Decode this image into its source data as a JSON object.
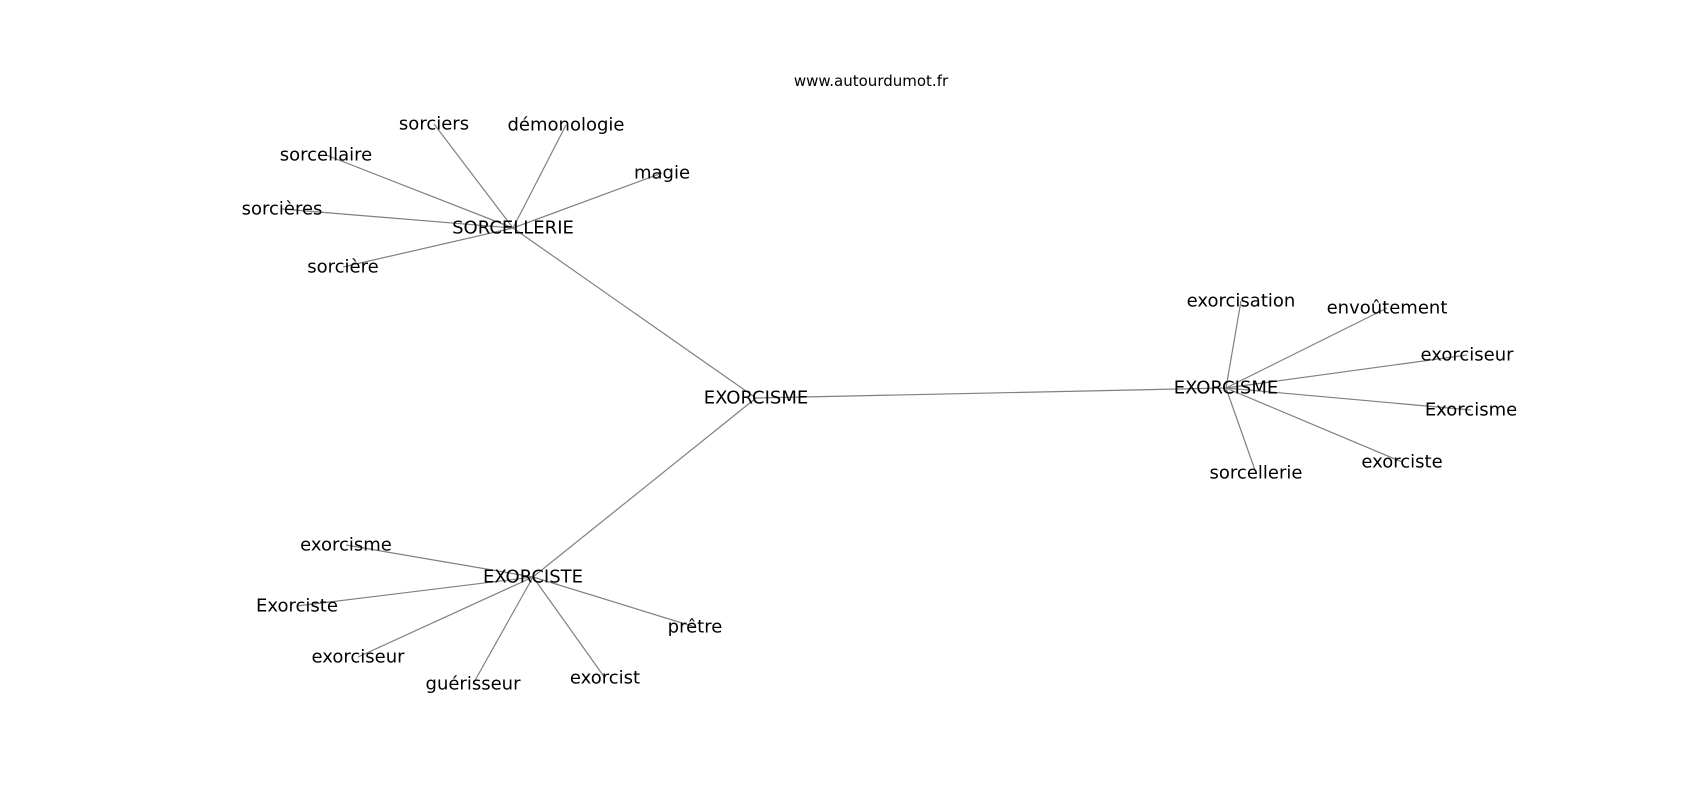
{
  "title": "www.autourdumot.fr",
  "graph": {
    "nodes": [
      {
        "id": "center",
        "label": "EXORCISME"
      },
      {
        "id": "sorcellerie_hub",
        "label": "SORCELLERIE"
      },
      {
        "id": "exorcisme_hub",
        "label": "EXORCISME"
      },
      {
        "id": "exorciste_hub",
        "label": "EXORCISTE"
      },
      {
        "id": "s1",
        "label": "sorciers"
      },
      {
        "id": "s2",
        "label": "démonologie"
      },
      {
        "id": "s3",
        "label": "magie"
      },
      {
        "id": "s4",
        "label": "sorcellaire"
      },
      {
        "id": "s5",
        "label": "sorcières"
      },
      {
        "id": "s6",
        "label": "sorcière"
      },
      {
        "id": "e1",
        "label": "exorcisation"
      },
      {
        "id": "e2",
        "label": "envoûtement"
      },
      {
        "id": "e3",
        "label": "exorciseur"
      },
      {
        "id": "e4",
        "label": "Exorcisme"
      },
      {
        "id": "e5",
        "label": "exorciste"
      },
      {
        "id": "e6",
        "label": "sorcellerie"
      },
      {
        "id": "t1",
        "label": "exorcisme"
      },
      {
        "id": "t2",
        "label": "Exorciste"
      },
      {
        "id": "t3",
        "label": "exorciseur"
      },
      {
        "id": "t4",
        "label": "guérisseur"
      },
      {
        "id": "t5",
        "label": "exorcist"
      },
      {
        "id": "t6",
        "label": "prêtre"
      }
    ],
    "edges": [
      [
        "center",
        "sorcellerie_hub"
      ],
      [
        "center",
        "exorcisme_hub"
      ],
      [
        "center",
        "exorciste_hub"
      ],
      [
        "sorcellerie_hub",
        "s1"
      ],
      [
        "sorcellerie_hub",
        "s2"
      ],
      [
        "sorcellerie_hub",
        "s3"
      ],
      [
        "sorcellerie_hub",
        "s4"
      ],
      [
        "sorcellerie_hub",
        "s5"
      ],
      [
        "sorcellerie_hub",
        "s6"
      ],
      [
        "exorcisme_hub",
        "e1"
      ],
      [
        "exorcisme_hub",
        "e2"
      ],
      [
        "exorcisme_hub",
        "e3"
      ],
      [
        "exorcisme_hub",
        "e4"
      ],
      [
        "exorcisme_hub",
        "e5"
      ],
      [
        "exorcisme_hub",
        "e6"
      ],
      [
        "exorciste_hub",
        "t1"
      ],
      [
        "exorciste_hub",
        "t2"
      ],
      [
        "exorciste_hub",
        "t3"
      ],
      [
        "exorciste_hub",
        "t4"
      ],
      [
        "exorciste_hub",
        "t5"
      ],
      [
        "exorciste_hub",
        "t6"
      ]
    ],
    "edge_color": "#808080"
  }
}
